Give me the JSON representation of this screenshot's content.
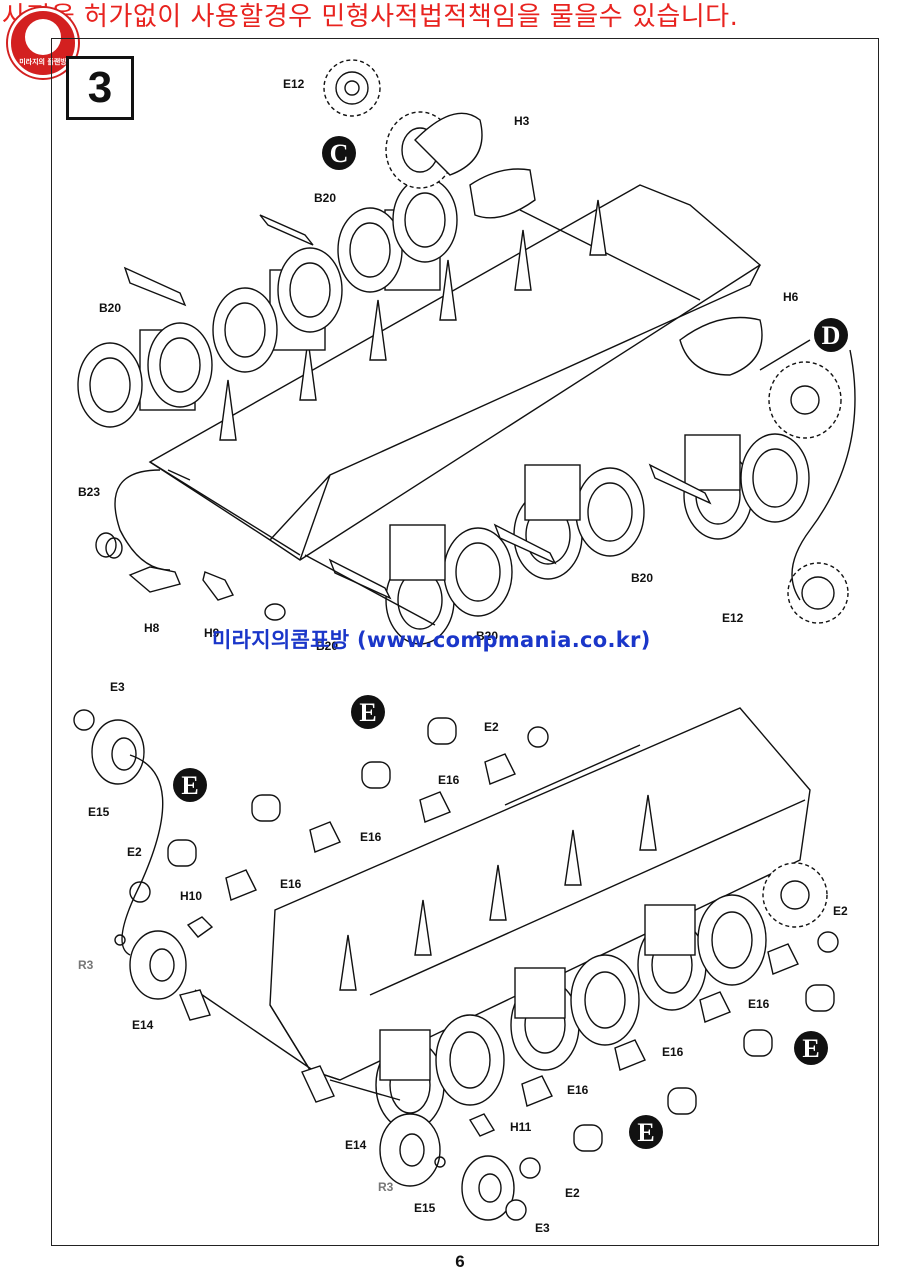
{
  "banner": {
    "text": "사진을 허가없이 사용할경우 민형사적법적책임을 물을수 있습니다."
  },
  "logo": {
    "text": "미라지의 플랜방"
  },
  "step": {
    "number": "3"
  },
  "watermark": {
    "text": "미라지의콤표방 (www.compmania.co.kr)"
  },
  "page": {
    "number": "6"
  },
  "callouts": {
    "c": "C",
    "d": "D",
    "e": "E"
  },
  "upper_labels": {
    "e12_top": "E12",
    "h3": "H3",
    "b20_a": "B20",
    "b20_b": "B20",
    "h6": "H6",
    "b23": "B23",
    "h8": "H8",
    "h9": "H9",
    "b20_c": "B20",
    "b20_d": "B20",
    "b20_e": "B20",
    "e12_bottom": "E12"
  },
  "lower_labels": {
    "e3_top": "E3",
    "e15_top": "E15",
    "e2_top": "E2",
    "e16_a": "E16",
    "e16_b": "E16",
    "e16_c": "E16",
    "e2_left": "E2",
    "h10": "H10",
    "r3_top": "R3",
    "e14_top": "E14",
    "e2_right": "E2",
    "e16_d": "E16",
    "e16_e": "E16",
    "e16_f": "E16",
    "h11": "H11",
    "e14_bottom": "E14",
    "r3_bottom": "R3",
    "e2_bottom": "E2",
    "e15_bottom": "E15",
    "e3_bottom": "E3"
  },
  "colors": {
    "banner": "#e8231f",
    "watermark": "#1a36c9",
    "ink": "#111111"
  }
}
